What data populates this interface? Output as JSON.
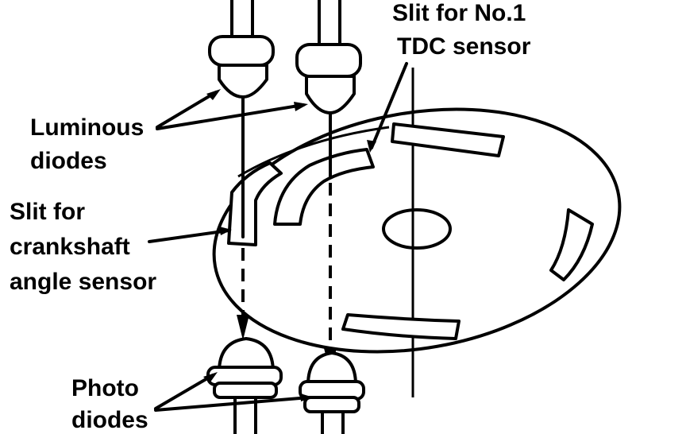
{
  "labels": {
    "luminous_line1": "Luminous",
    "luminous_line2": "diodes",
    "slit_crank_line1": "Slit for",
    "slit_crank_line2": "crankshaft",
    "slit_crank_line3": "angle sensor",
    "slit_tdc_line1": "Slit for No.1",
    "slit_tdc_line2": "TDC sensor",
    "photo_line1": "Photo",
    "photo_line2": "diodes"
  }
}
